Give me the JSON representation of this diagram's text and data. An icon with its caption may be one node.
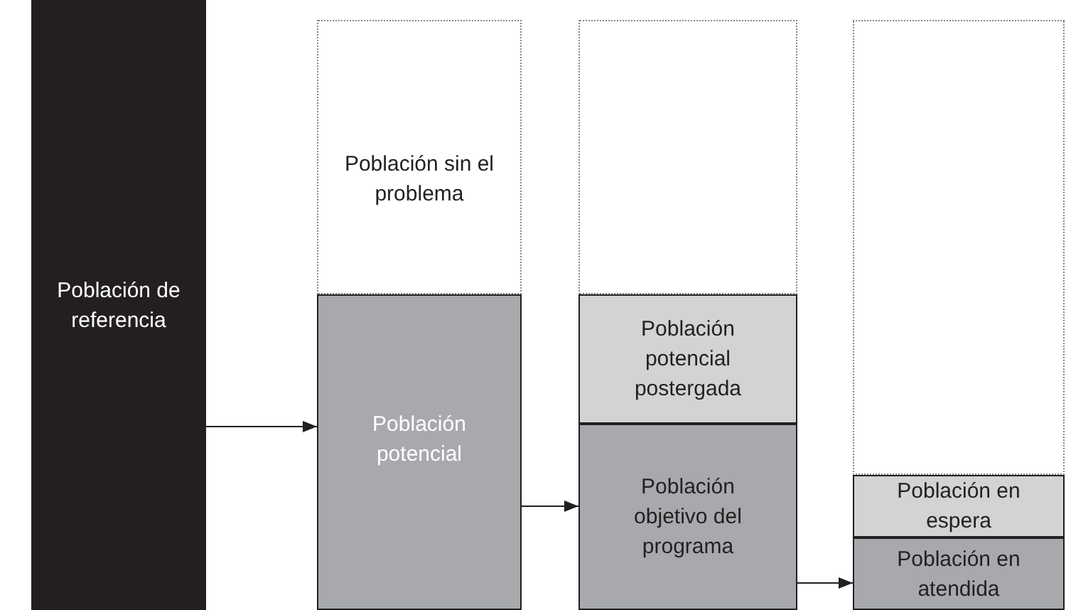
{
  "diagram": {
    "nodes": [
      {
        "text": [
          "Población de referencia"
        ]
      },
      {
        "text": [
          "Población sin el problema"
        ]
      },
      {
        "text": [
          "Población potencial"
        ]
      },
      {
        "text": [],
        "shape": "box"
      },
      {
        "text": [
          "Población potencial postergada"
        ]
      },
      {
        "text": [
          "Población objetivo del programa"
        ]
      },
      {
        "text": [],
        "shape": "box"
      },
      {
        "text": [
          "Población en espera"
        ]
      },
      {
        "text": [
          "Población en atendida"
        ]
      }
    ],
    "edges": [
      {
        "from": 0,
        "to": 2,
        "arrow": "to"
      },
      {
        "from": 2,
        "to": 5,
        "arrow": "to"
      },
      {
        "from": 5,
        "to": 8,
        "arrow": "to"
      }
    ]
  }
}
